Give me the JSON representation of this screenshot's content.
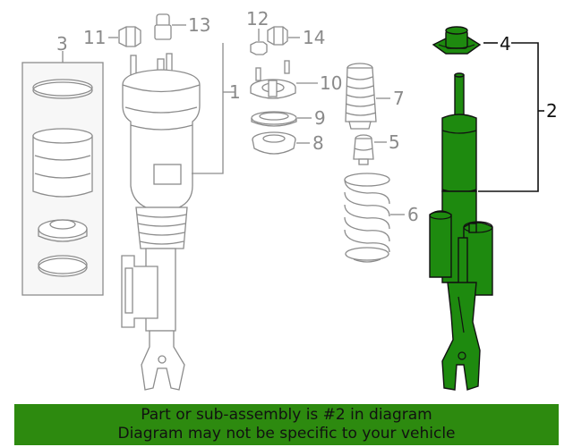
{
  "callouts": {
    "c1": "1",
    "c2": "2",
    "c3": "3",
    "c4": "4",
    "c5": "5",
    "c6": "6",
    "c7": "7",
    "c8": "8",
    "c9": "9",
    "c10": "10",
    "c11": "11",
    "c12": "12",
    "c13": "13",
    "c14": "14"
  },
  "footer": {
    "line1": "Part or sub-assembly is #2 in diagram",
    "line2": "Diagram may not be specific to your vehicle"
  },
  "colors": {
    "highlight": "#1e8a0f",
    "footer_bg": "#2d8a0f",
    "line": "#8c8c8c"
  }
}
